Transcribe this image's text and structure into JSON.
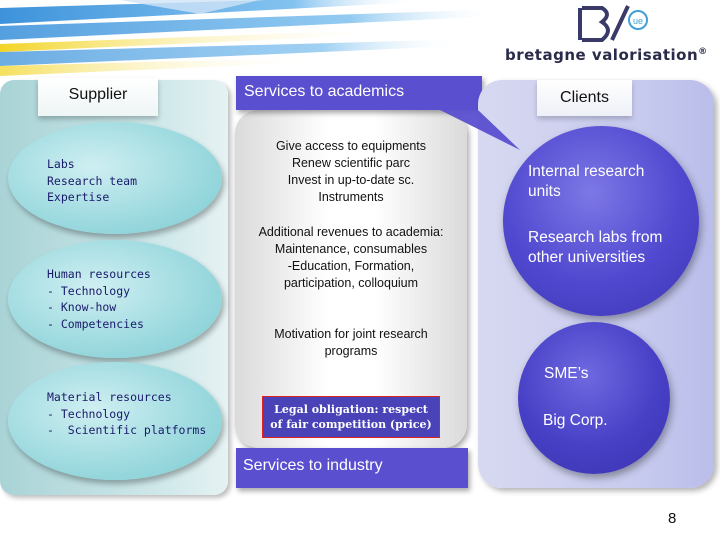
{
  "logo": {
    "text": "bretagne valorisation",
    "registered": "®",
    "tag": "ue"
  },
  "supplier": {
    "title": "Supplier",
    "items": [
      "Labs\nResearch team\nExpertise",
      "Human resources\n- Technology\n- Know-how\n- Competencies",
      "Material resources\n- Technology\n-  Scientific platforms"
    ]
  },
  "center": {
    "academics_title": "Services to academics",
    "items": [
      "Give access to equipments\nRenew scientific parc\nInvest in up-to-date sc.\nInstruments",
      "Additional revenues to academia:\nMaintenance, consumables\n-Education, Formation,\nparticipation, colloquium",
      "Motivation for joint research\nprograms"
    ],
    "legal_note": "Legal obligation: respect\nof fair competition (price)",
    "industry_title": "Services to industry"
  },
  "clients": {
    "title": "Clients",
    "items": [
      "Internal research\nunits",
      "Research labs from\nother universities",
      "SME’s",
      "Big Corp."
    ]
  },
  "page_number": "8",
  "colors": {
    "academics_box": "#5a4fcf",
    "supplier_panel": "#a9d3d6",
    "client_circle": "#5048cf",
    "legal_border": "#dd2222"
  }
}
